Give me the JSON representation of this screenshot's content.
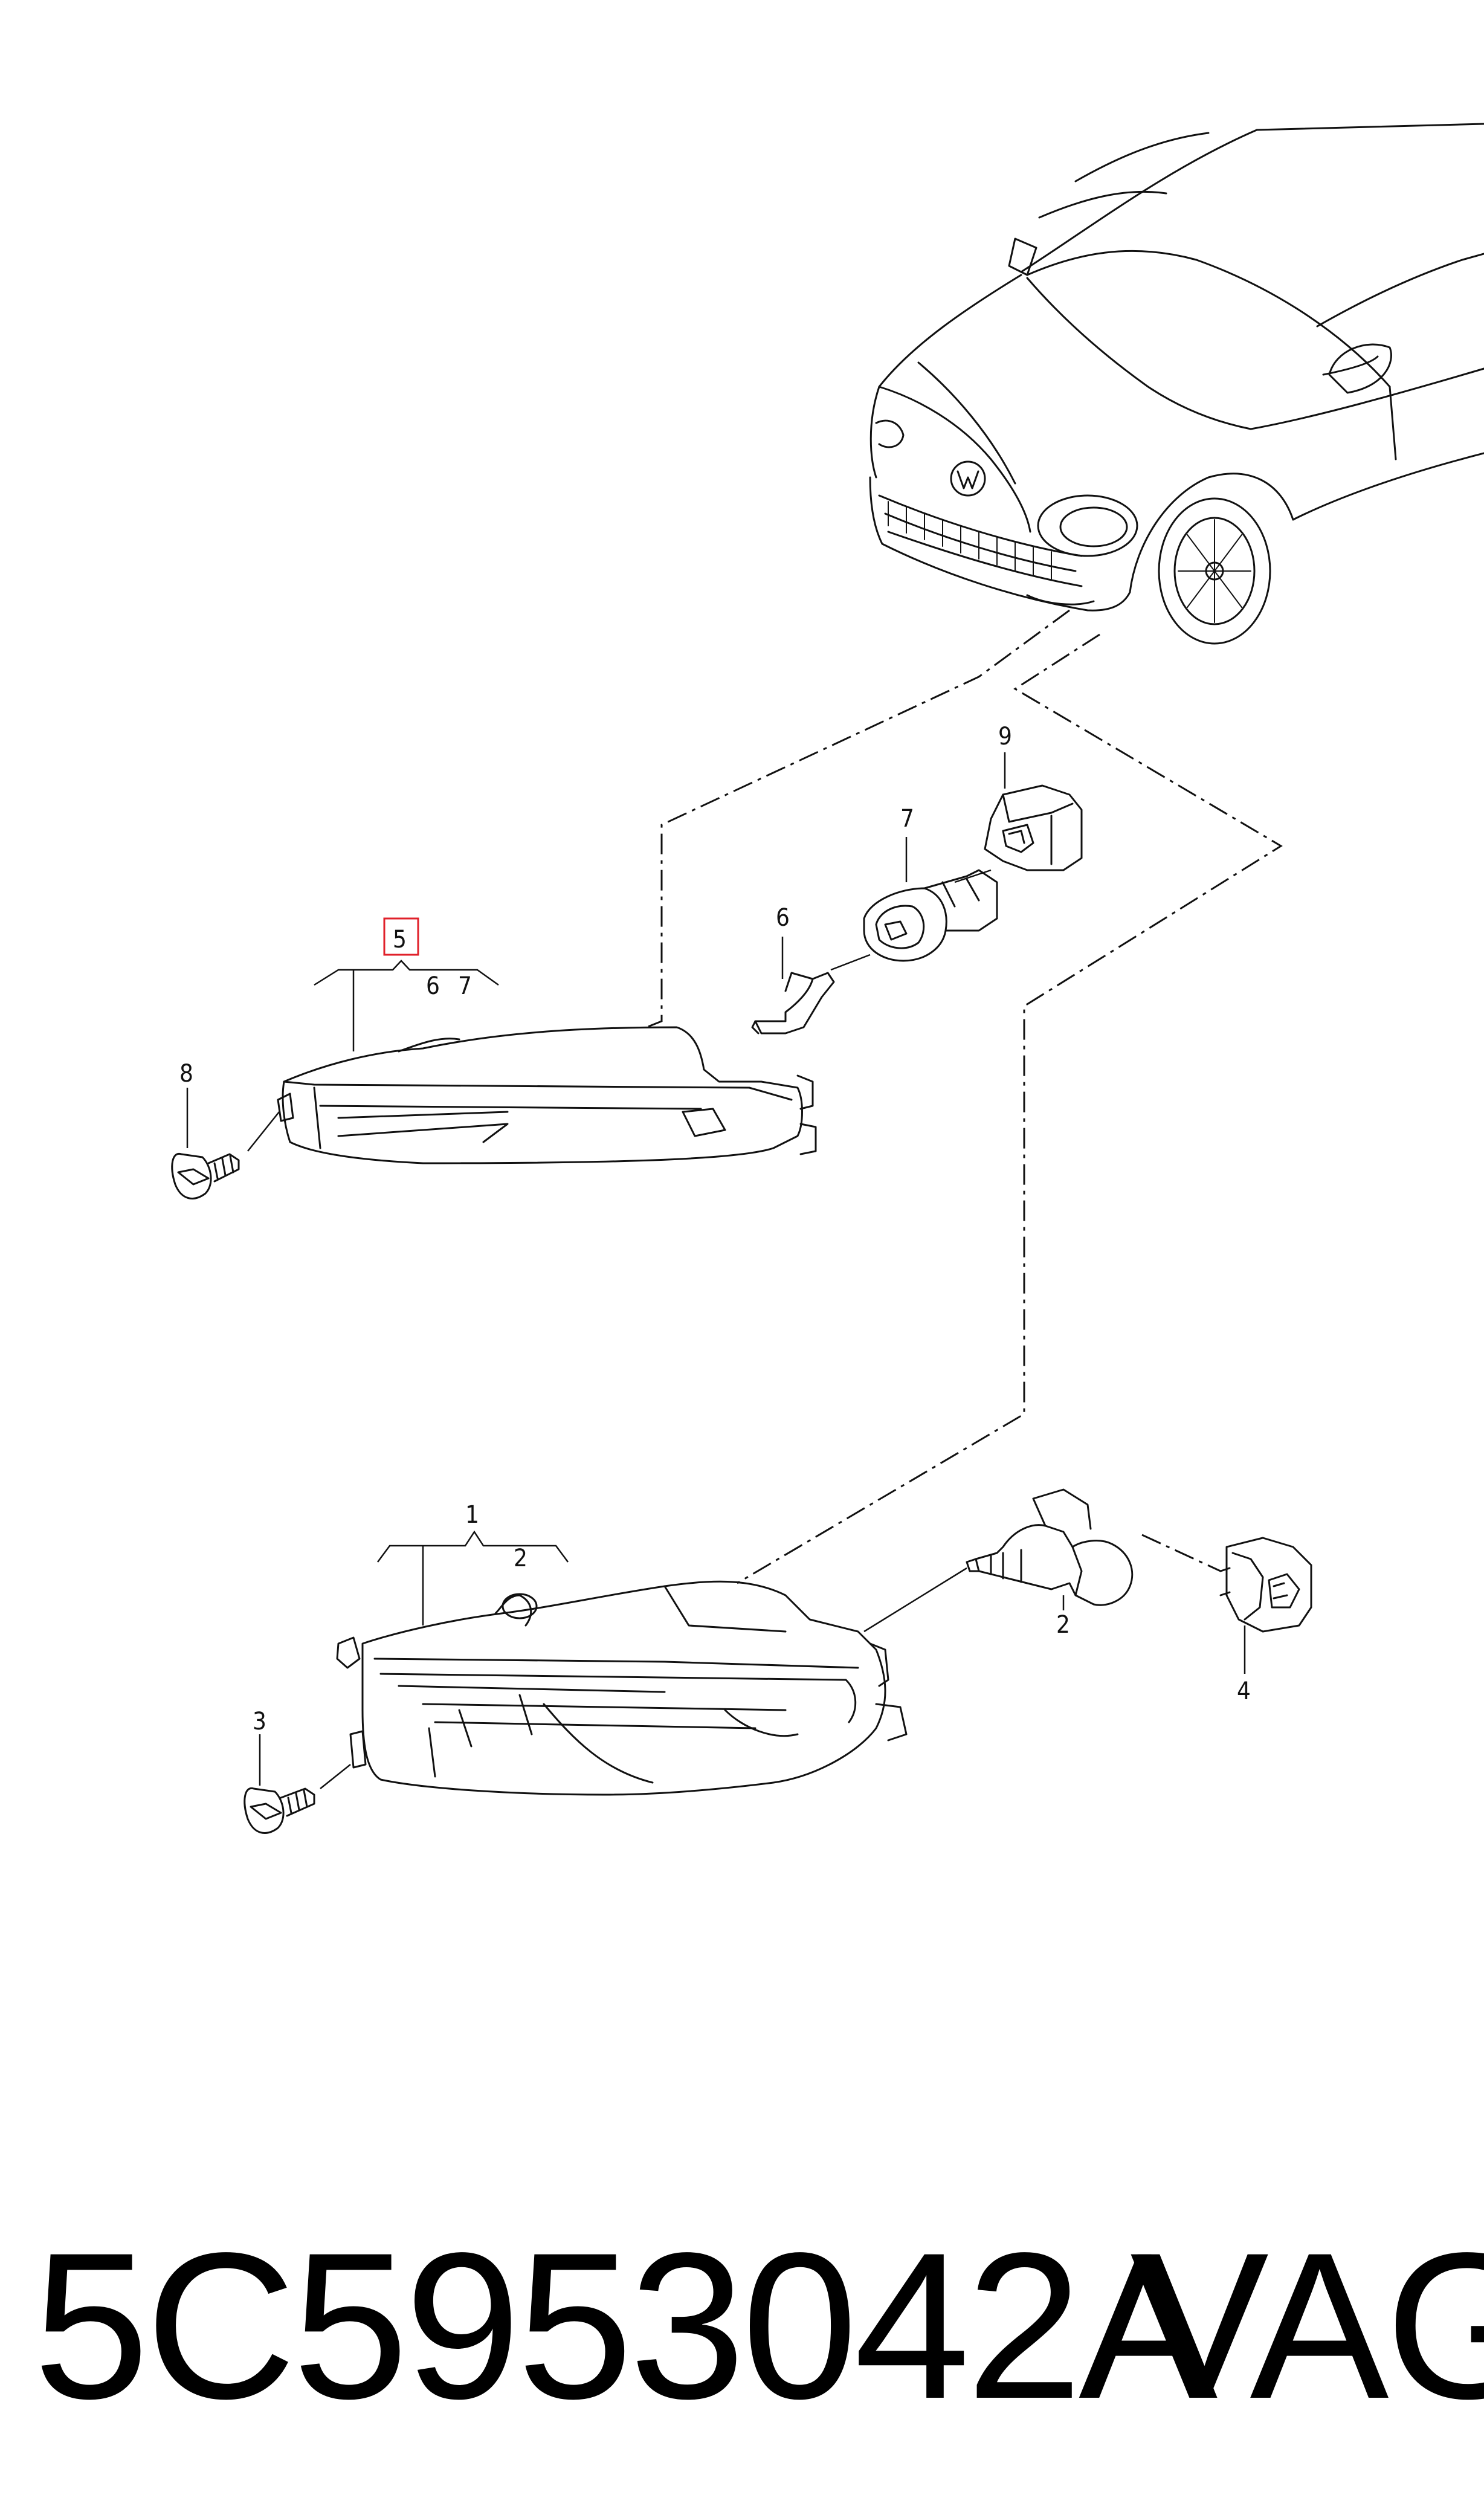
{
  "diagram": {
    "callouts": {
      "c1": "1",
      "c2a": "2",
      "c2b": "2",
      "c3": "3",
      "c4": "4",
      "c5": "5",
      "c6a": "6",
      "c6b": "6",
      "c7a": "7",
      "c7b": "7",
      "c8": "8",
      "c9": "9"
    },
    "highlight_color": "#e0202a"
  },
  "footer": {
    "part_number": "5C5953042A",
    "brand": "VAG"
  }
}
